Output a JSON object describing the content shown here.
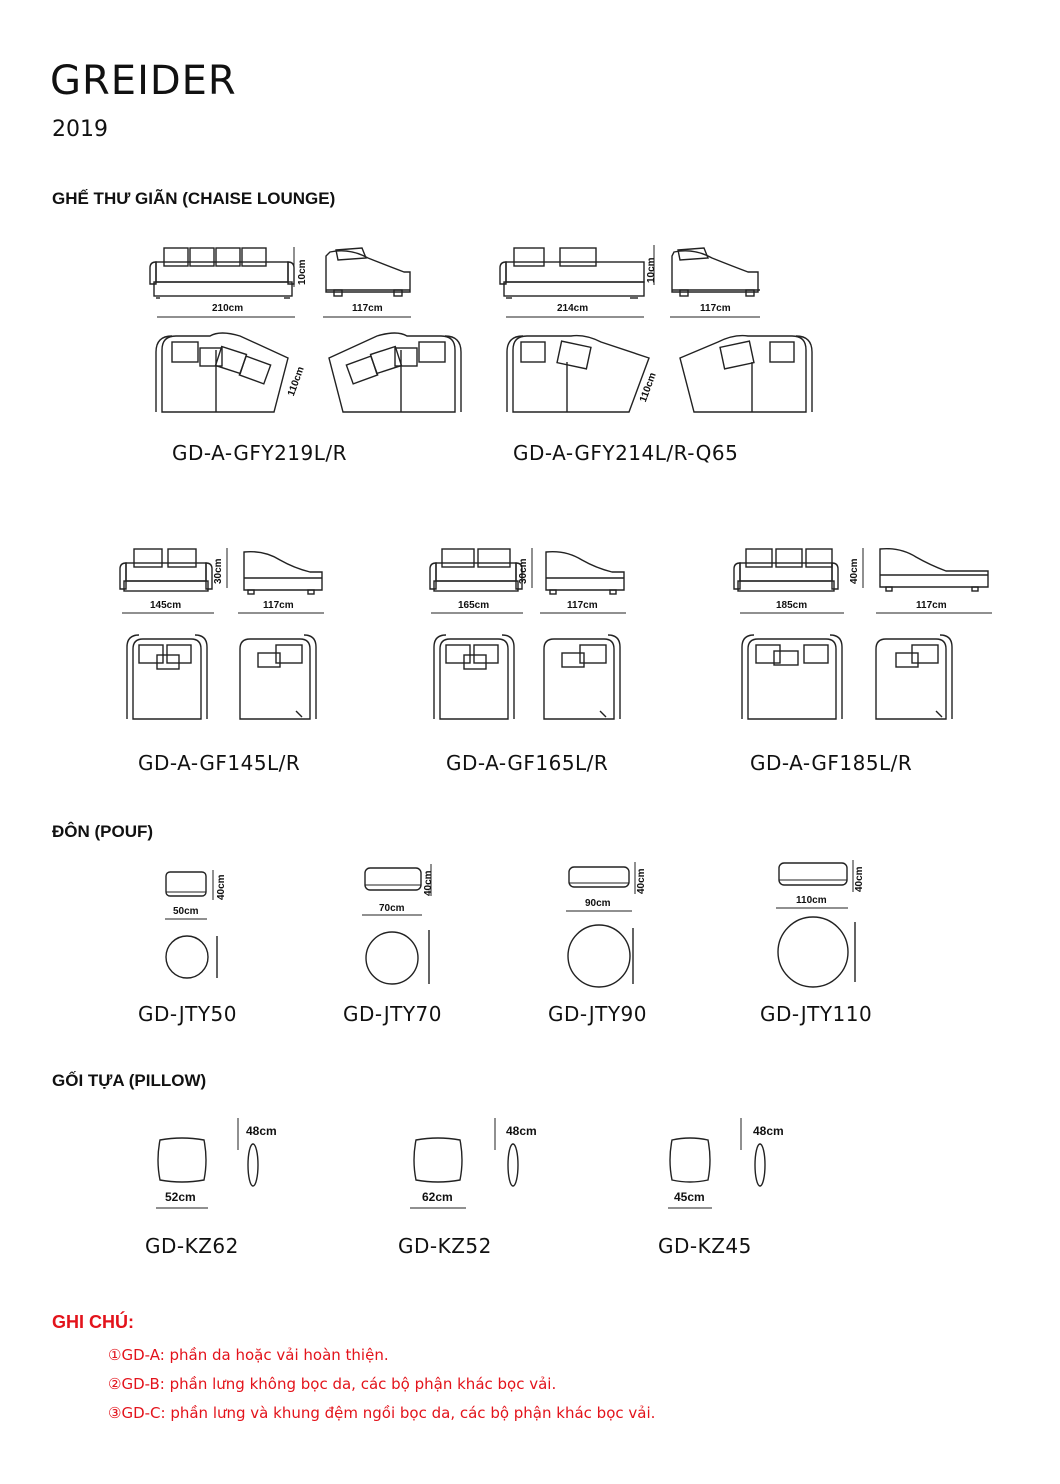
{
  "header": {
    "brand": "GREIDER",
    "year": "2019"
  },
  "sections": {
    "chaise": "GHẾ THƯ GIÃN (CHAISE LOUNGE)",
    "pouf": "ĐÔN (POUF)",
    "pillow": "GỐI TỰA (PILLOW)"
  },
  "chaise_row1": [
    {
      "code": "GD-A-GFY219L/R",
      "width": "210cm",
      "depth": "117cm",
      "height": "10cm",
      "diag": "110cm"
    },
    {
      "code": "GD-A-GFY214L/R-Q65",
      "width": "214cm",
      "depth": "117cm",
      "height": "10cm",
      "diag": "110cm"
    }
  ],
  "chaise_row2": [
    {
      "code": "GD-A-GF145L/R",
      "width": "145cm",
      "depth": "117cm",
      "height": "30cm"
    },
    {
      "code": "GD-A-GF165L/R",
      "width": "165cm",
      "depth": "117cm",
      "height": "30cm"
    },
    {
      "code": "GD-A-GF185L/R",
      "width": "185cm",
      "depth": "117cm",
      "height": "40cm"
    }
  ],
  "poufs": [
    {
      "code": "GD-JTY50",
      "width": "50cm",
      "height": "40cm"
    },
    {
      "code": "GD-JTY70",
      "width": "70cm",
      "height": "40cm"
    },
    {
      "code": "GD-JTY90",
      "width": "90cm",
      "height": "40cm"
    },
    {
      "code": "GD-JTY110",
      "width": "110cm",
      "height": "40cm"
    }
  ],
  "pillows": [
    {
      "code": "GD-KZ62",
      "width": "52cm",
      "height": "48cm"
    },
    {
      "code": "GD-KZ52",
      "width": "62cm",
      "height": "48cm"
    },
    {
      "code": "GD-KZ45",
      "width": "45cm",
      "height": "48cm"
    }
  ],
  "notes": {
    "title": "GHI CHÚ:",
    "items": [
      "①GD-A: phần da hoặc vải hoàn thiện.",
      "②GD-B: phần lưng không bọc da, các bộ phận khác bọc vải.",
      "③GD-C: phần lưng và khung đệm ngồi bọc da, các bộ phận khác bọc vải."
    ]
  }
}
